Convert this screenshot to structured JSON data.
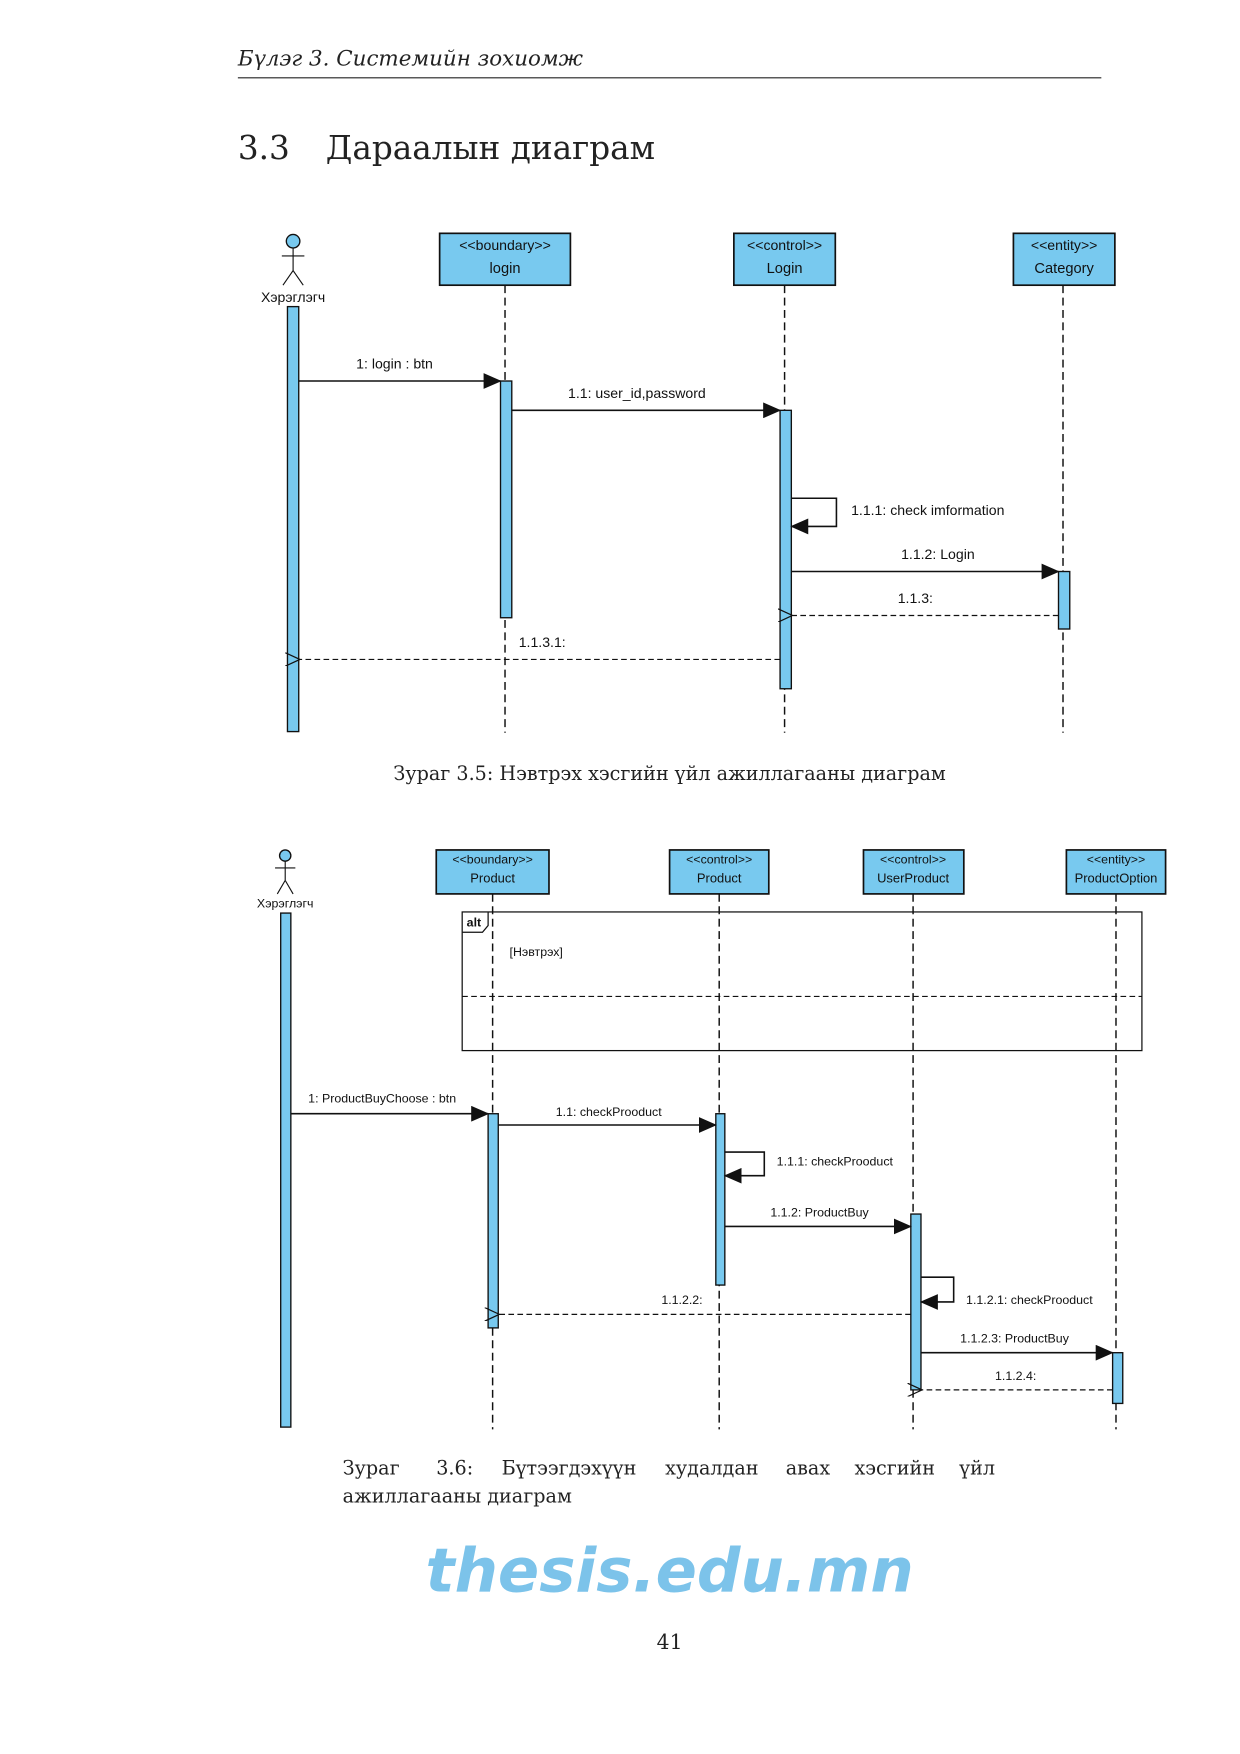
{
  "header": {
    "running_title": "Бүлэг 3.  Системийн зохиомж"
  },
  "section": {
    "number": "3.3",
    "title": "Дараалын диаграм"
  },
  "figure1": {
    "actor": "Хэрэглэгч",
    "lifelines": [
      {
        "stereotype": "<<boundary>>",
        "name": "login"
      },
      {
        "stereotype": "<<control>>",
        "name": "Login"
      },
      {
        "stereotype": "<<entity>>",
        "name": "Category"
      }
    ],
    "messages": [
      "1: login : btn",
      "1.1: user_id,password",
      "1.1.1: check imformation",
      "1.1.2: Login",
      "1.1.3:",
      "1.1.3.1:"
    ],
    "caption": "Зураг 3.5: Нэвтрэх хэсгийн үйл ажиллагааны диаграм"
  },
  "figure2": {
    "actor": "Хэрэглэгч",
    "lifelines": [
      {
        "stereotype": "<<boundary>>",
        "name": "Product"
      },
      {
        "stereotype": "<<control>>",
        "name": "Product"
      },
      {
        "stereotype": "<<control>>",
        "name": "UserProduct"
      },
      {
        "stereotype": "<<entity>>",
        "name": "ProductOption"
      }
    ],
    "fragment": {
      "operator": "alt",
      "guard": "[Нэвтрэх]"
    },
    "messages": [
      "1: ProductBuyChoose : btn",
      "1.1: checkProoduct",
      "1.1.1: checkProoduct",
      "1.1.2: ProductBuy",
      "1.1.2.1: checkProoduct",
      "1.1.2.2:",
      "1.1.2.3: ProductBuy",
      "1.1.2.4:"
    ],
    "caption_line1": [
      "Зураг",
      "3.6:",
      "Бүтээгдэхүүн",
      "худалдан",
      "авах",
      "хэсгийн",
      "үйл"
    ],
    "caption_line2": "ажиллагааны диаграм"
  },
  "page_number": "41",
  "watermark": "thesis.edu.mn",
  "colors": {
    "lifeline_fill": "#78c9ef",
    "watermark": "#7cc3ea"
  }
}
